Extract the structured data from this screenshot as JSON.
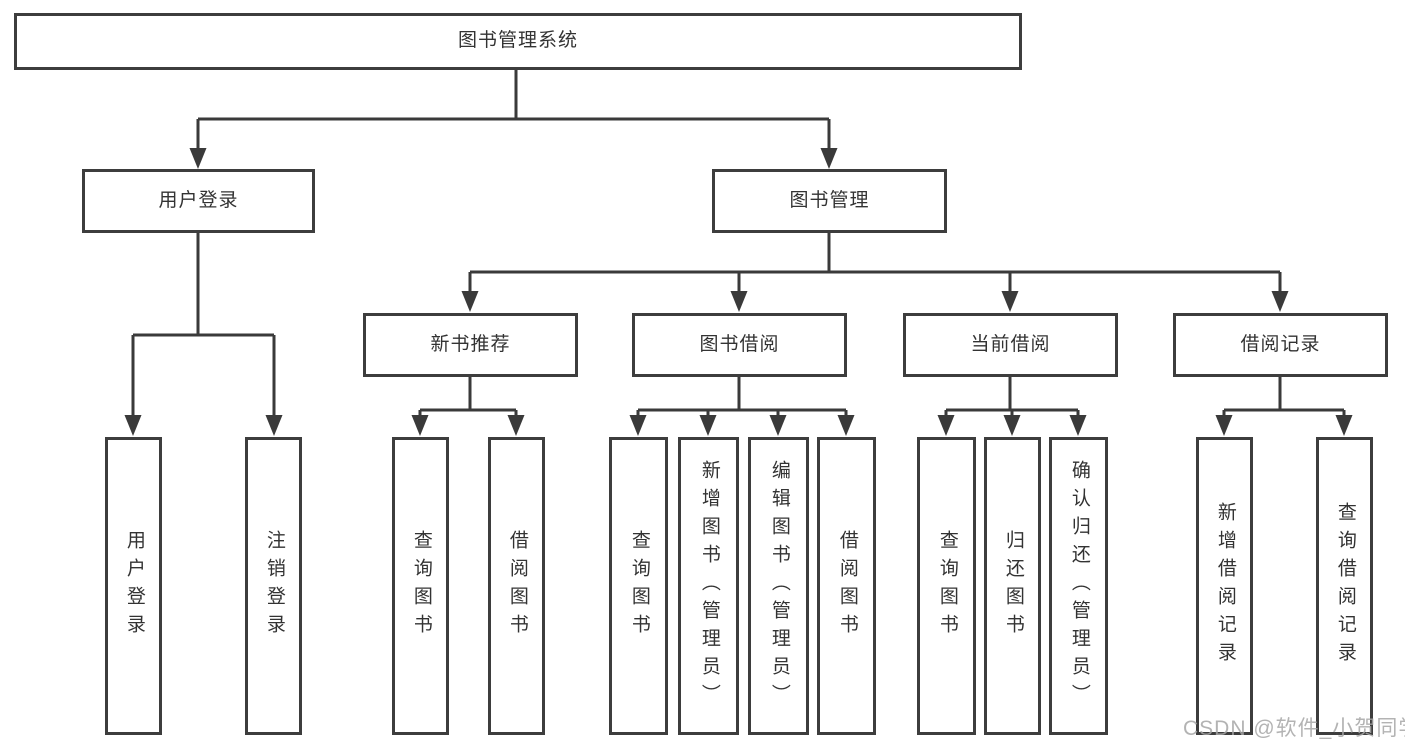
{
  "title": "图书管理系统",
  "branches": [
    {
      "label": "用户登录",
      "leaves": [
        "用户登录",
        "注销登录"
      ]
    },
    {
      "label": "图书管理",
      "sections": [
        {
          "label": "新书推荐",
          "leaves": [
            "查询图书",
            "借阅图书"
          ]
        },
        {
          "label": "图书借阅",
          "leaves": [
            "查询图书",
            "新增图书（管理员）",
            "编辑图书（管理员）",
            "借阅图书"
          ]
        },
        {
          "label": "当前借阅",
          "leaves": [
            "查询图书",
            "归还图书",
            "确认归还（管理员）"
          ]
        },
        {
          "label": "借阅记录",
          "leaves": [
            "新增借阅记录",
            "查询借阅记录"
          ]
        }
      ]
    }
  ],
  "watermark": "CSDN @软件_小贺同学",
  "colors": {
    "line": "#3a3a3a",
    "box_border": "#3d3d3d",
    "text": "#333333",
    "watermark": "#a6a6a6",
    "background": "#ffffff"
  }
}
